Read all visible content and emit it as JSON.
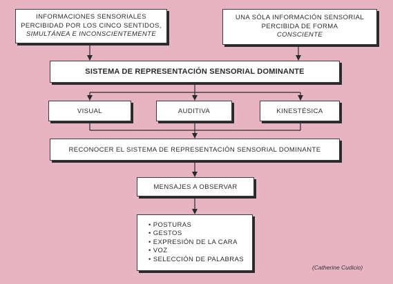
{
  "top_left": {
    "line1": "INFORMACIONES SENSORIALES",
    "line2": "PERCIBIDAD POR LOS CINCO SENTIDOS,",
    "line3": "SIMULTÁNEA E INCONSCIENTEMENTE"
  },
  "top_right": {
    "line1": "UNA SÓLA INFORMACIÓN SENSORIAL",
    "line2": "PERCIBIDA DE FORMA",
    "line3": "CONSCIENTE"
  },
  "main_label": "SISTEMA DE REPRESENTACIÓN SENSORIAL DOMINANTE",
  "senses": [
    "VISUAL",
    "AUDITIVA",
    "KINESTÉSICA"
  ],
  "reconocer_label": "RECONOCER EL SISTEMA DE REPRESENTACIÓN SENSORIAL DOMINANTE",
  "mensajes_label": "MENSAJES A OBSERVAR",
  "list_items": [
    "POSTURAS",
    "GESTOS",
    "EXPRESIÓN DE LA CARA",
    "VOZ",
    "SELECCIÓN DE PALABRAS"
  ],
  "credit": "(Catherine Cudicio)",
  "colors": {
    "background": "#e6b4c3",
    "box": "#ffffff",
    "line": "#2a2a2a"
  }
}
